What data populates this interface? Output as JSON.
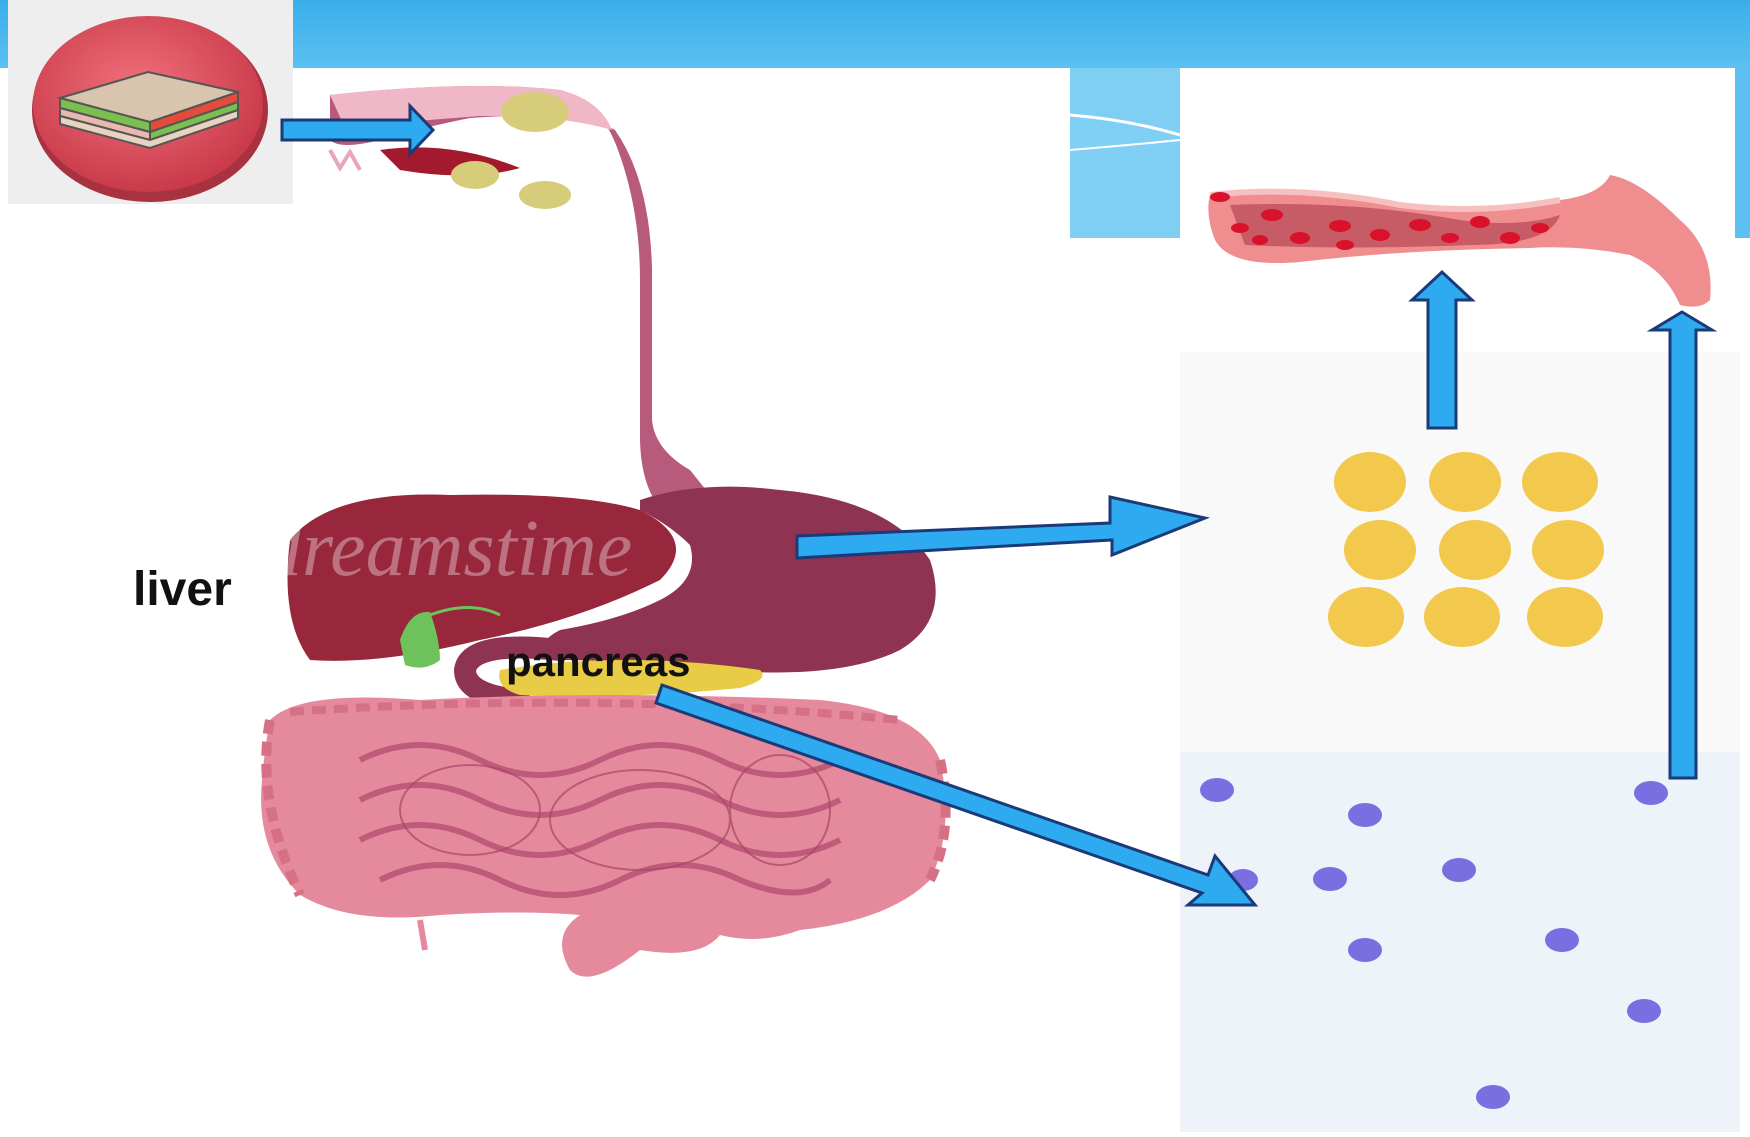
{
  "labels": {
    "liver": "liver",
    "pancreas": "pancreas"
  },
  "watermark": "dreamstime",
  "colors": {
    "header_blue": "#3fb0ea",
    "arrow_fill": "#2eaaf0",
    "arrow_stroke": "#1b3a78",
    "organ_pink": "#e58a9c",
    "stomach_maroon": "#8f3352",
    "liver_red": "#98273c",
    "pancreas_yellow": "#e9cc45",
    "blood_red": "#d9112a",
    "fat_yellow": "#f2c94c",
    "molecule_purple": "#7b6ee0"
  },
  "icons": [
    "sandwich-icon",
    "blood-vessel-icon"
  ]
}
